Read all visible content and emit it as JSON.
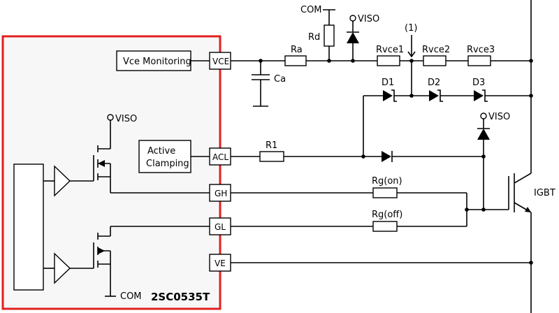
{
  "driver": {
    "part_number": "2SC0535T",
    "frame_color": "#e02020",
    "fill_color": "#f7f7f7"
  },
  "blocks": {
    "vce_monitoring": "Vce Monitoring",
    "active_clamping_line1": "Active",
    "active_clamping_line2": "Clamping"
  },
  "pins": {
    "vce": "VCE",
    "acl": "ACL",
    "gh": "GH",
    "gl": "GL",
    "ve": "VE"
  },
  "supplies": {
    "viso_driver": "VISO",
    "com_driver": "COM",
    "com_top": "COM",
    "viso_top": "VISO",
    "viso_right": "VISO"
  },
  "components": {
    "ra": "Ra",
    "rd": "Rd",
    "ca": "Ca",
    "rvce1": "Rvce1",
    "rvce2": "Rvce2",
    "rvce3": "Rvce3",
    "d1": "D1",
    "d2": "D2",
    "d3": "D3",
    "r1": "R1",
    "rg_on": "Rg(on)",
    "rg_off": "Rg(off)",
    "igbt": "IGBT",
    "node_marker": "(1)"
  }
}
